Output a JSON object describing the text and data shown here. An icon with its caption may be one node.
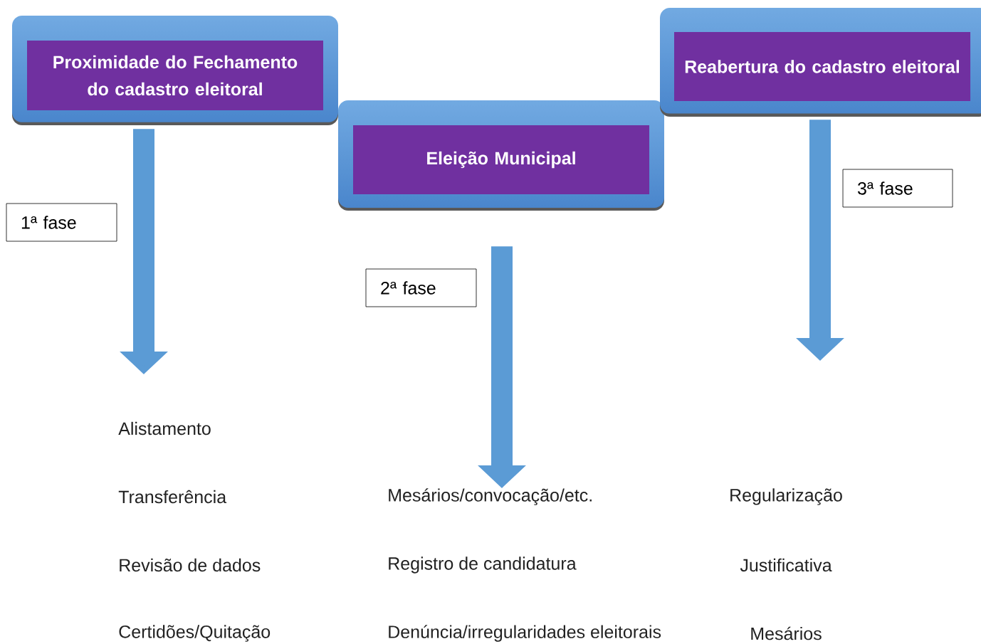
{
  "diagram": {
    "nodes": [
      {
        "text": [
          "Proximidade do Fechamento do cadastro eleitoral"
        ]
      },
      {
        "text": [
          "Eleição Municipal"
        ]
      },
      {
        "text": [
          "Reabertura do cadastro eleitoral"
        ]
      },
      {
        "text": [
          "1ª fase"
        ]
      },
      {
        "text": [
          "2ª fase"
        ]
      },
      {
        "text": [
          "3ª fase"
        ]
      }
    ],
    "edges": [
      {
        "from": 0,
        "to": null,
        "arrow": "to"
      },
      {
        "from": 1,
        "to": null,
        "arrow": "to"
      },
      {
        "from": 2,
        "to": null,
        "arrow": "to"
      }
    ],
    "labels": [
      "Alistamento",
      "Transferência",
      "Mesários/convocação/etc.",
      "Regularização",
      "Revisão de dados",
      "Registro de candidatura",
      "Justificativa",
      "Certidões/Quitação",
      "Denúncia/irregularidades eleitorais",
      "Mesários"
    ]
  }
}
